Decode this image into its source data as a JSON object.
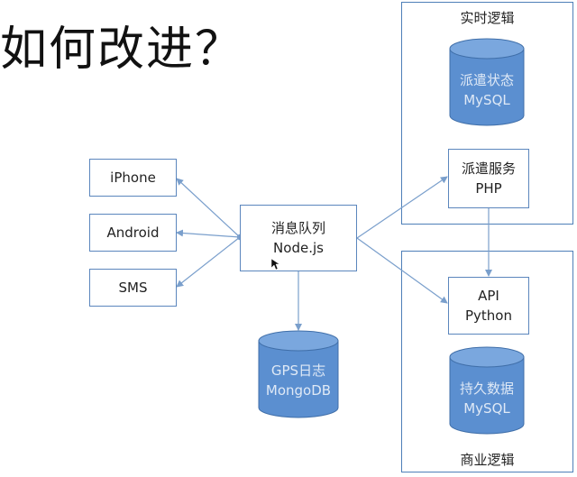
{
  "slide": {
    "title": "如何改进？"
  },
  "groups": {
    "realtime": {
      "label": "实时逻辑"
    },
    "business": {
      "label": "商业逻辑"
    }
  },
  "clients": {
    "iphone": {
      "label": "iPhone"
    },
    "android": {
      "label": "Android"
    },
    "sms": {
      "label": "SMS"
    }
  },
  "queue": {
    "line1": "消息队列",
    "line2": "Node.js"
  },
  "dispatch_service": {
    "line1": "派遣服务",
    "line2": "PHP"
  },
  "api": {
    "line1": "API",
    "line2": "Python"
  },
  "databases": {
    "dispatch_state": {
      "line1": "派遣状态",
      "line2": "MySQL"
    },
    "persistent_data": {
      "line1": "持久数据",
      "line2": "MySQL"
    },
    "gps_log": {
      "line1": "GPS日志",
      "line2": "MongoDB"
    }
  },
  "colors": {
    "db_fill": "#5b8fd0",
    "db_top": "#7aa7de",
    "db_stroke": "#3f6ea8",
    "arrow": "#7a9fcc",
    "border": "#4e7fb8"
  }
}
